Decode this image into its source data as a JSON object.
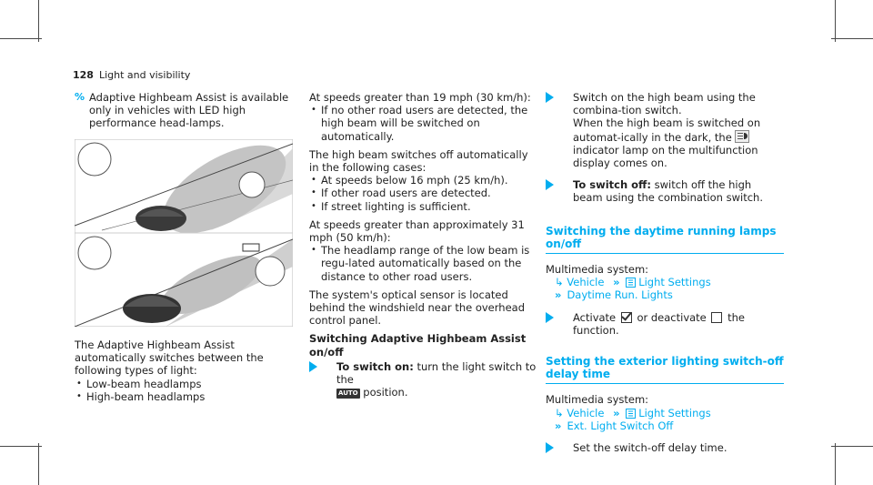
{
  "header": {
    "page_number": "128",
    "section_title": "Light and visibility"
  },
  "col1": {
    "note_text": "Adaptive Highbeam Assist is available only in vehicles with LED high performance head-lamps.",
    "intro": "The Adaptive Highbeam Assist automatically switches between the following types of light:",
    "bullets": [
      "Low-beam headlamps",
      "High-beam headlamps"
    ]
  },
  "col2": {
    "speed_a": "At speeds greater than 19 mph (30 km/h):",
    "bullets_a": [
      "If no other road users are detected, the high beam will be switched on automatically."
    ],
    "switch_off_intro": "The high beam switches off automatically in the following cases:",
    "bullets_b": [
      "At speeds below 16 mph (25 km/h).",
      "If other road users are detected.",
      "If street lighting is sufficient."
    ],
    "speed_c": "At speeds greater than approximately 31 mph (50 km/h):",
    "bullets_c": [
      "The headlamp range of the low beam is regu-lated automatically based on the distance to other road users."
    ],
    "sensor_text": "The system's optical sensor is located behind the windshield near the overhead control panel.",
    "heading": "Switching Adaptive Highbeam Assist on/off",
    "action_label": "To switch on:",
    "action_text": "turn the light switch to the",
    "action_icon": "AUTO",
    "action_tail": "position."
  },
  "col3": {
    "step1": "Switch on the high beam using the combina-tion switch.",
    "step1_b": "When the high beam is switched on automat-ically in the dark, the",
    "step1_c": "indicator lamp on the multifunction display comes on.",
    "step2_label": "To switch off:",
    "step2_text": "switch off the high beam using the combination switch.",
    "h_daytime": "Switching the daytime running lamps on/off",
    "multimedia_label": "Multimedia system:",
    "path1": [
      "Vehicle",
      "Light Settings",
      "Daytime Run. Lights"
    ],
    "activate_a": "Activate",
    "activate_b": "or deactivate",
    "activate_c": "the function.",
    "h_exterior": "Setting the exterior lighting switch-off delay time",
    "multimedia_label_2": "Multimedia system:",
    "path2": [
      "Vehicle",
      "Light Settings",
      "Ext. Light Switch Off"
    ],
    "set_text": "Set the switch-off delay time."
  },
  "icons": {
    "note": "info-icon",
    "arrow": "action-arrow-icon",
    "lamp": "high-beam-assist-indicator-icon",
    "settings": "light-settings-icon"
  },
  "colors": {
    "accent": "#00adef",
    "text": "#222222"
  }
}
